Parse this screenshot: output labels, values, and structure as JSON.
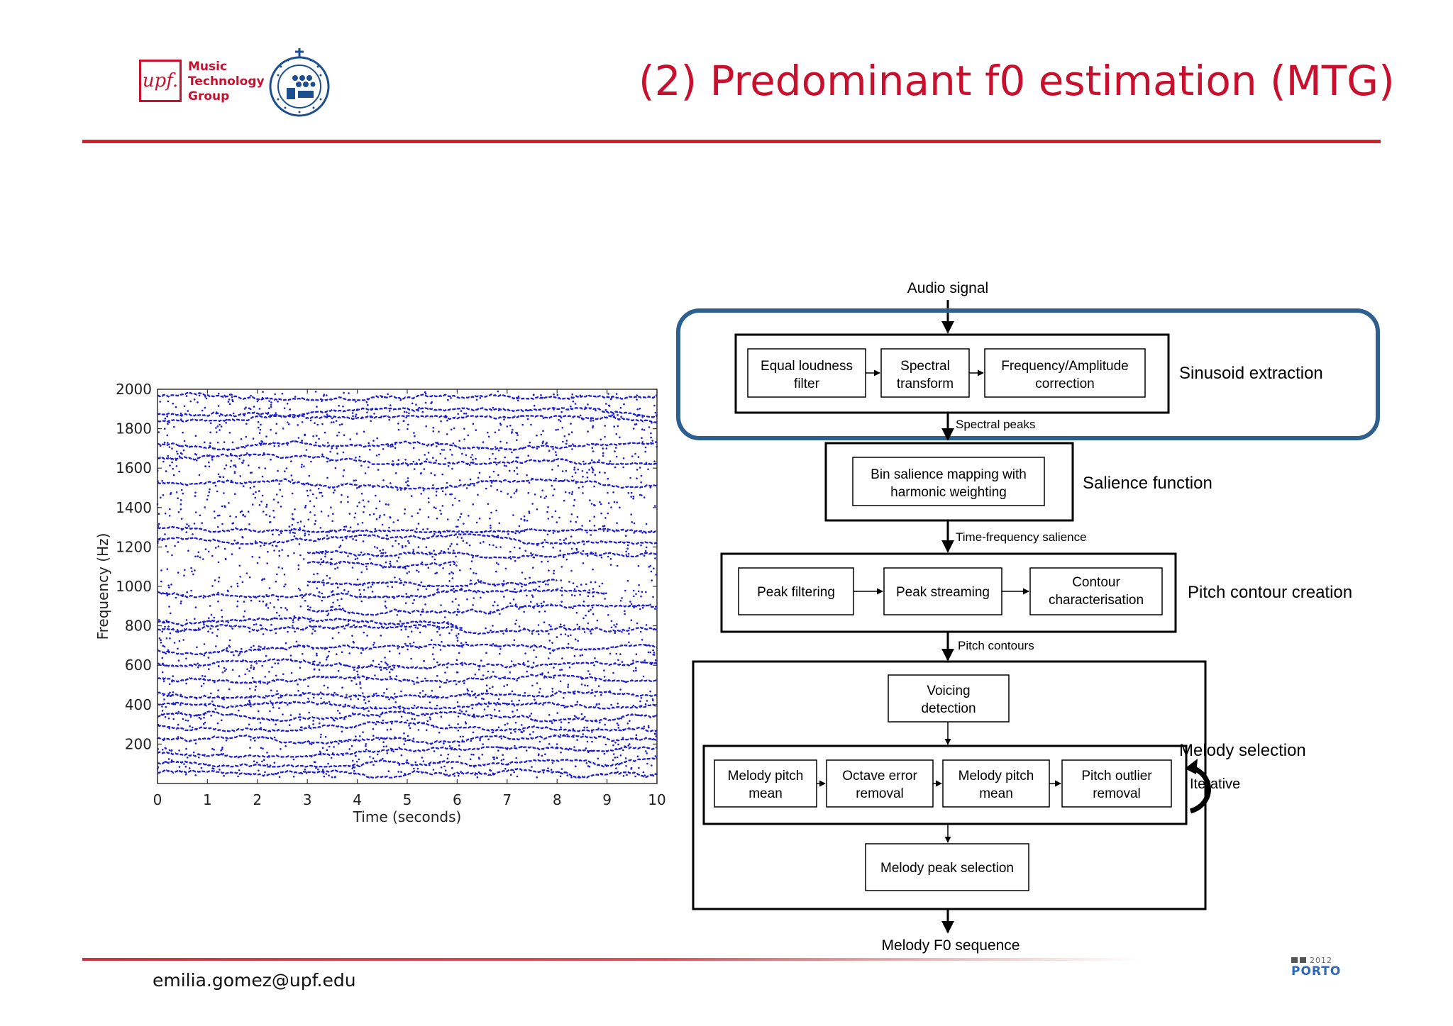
{
  "header": {
    "title": "(2) Predominant f0 estimation (MTG)",
    "logo_box_text": "upf.",
    "logo_words": [
      "Music",
      "Technology",
      "Group"
    ]
  },
  "footer": {
    "email": "emilia.gomez@upf.edu",
    "porto_year": "2012",
    "porto_text": "PORTO"
  },
  "colors": {
    "accent_red": "#c8102e",
    "stage_highlight": "#2d5f8f",
    "plot_dots": "#1a1ad6",
    "porto_blue": "#2f67b5"
  },
  "chart_data": {
    "type": "scatter",
    "xlabel": "Time (seconds)",
    "ylabel": "Frequency (Hz)",
    "xlim": [
      0,
      10
    ],
    "ylim": [
      0,
      2000
    ],
    "x_ticks": [
      "0",
      "1",
      "2",
      "3",
      "4",
      "5",
      "6",
      "7",
      "8",
      "9",
      "10"
    ],
    "y_ticks": [
      "200",
      "400",
      "600",
      "800",
      "1000",
      "1200",
      "1400",
      "1600",
      "1800",
      "2000"
    ],
    "grid": false,
    "tracks": [
      {
        "y": 55,
        "x": [
          0,
          10
        ]
      },
      {
        "y": 110,
        "x": [
          0,
          10
        ]
      },
      {
        "y": 160,
        "x": [
          0,
          10
        ]
      },
      {
        "y": 225,
        "x": [
          0,
          10
        ]
      },
      {
        "y": 290,
        "x": [
          0,
          10
        ]
      },
      {
        "y": 340,
        "x": [
          0,
          10
        ]
      },
      {
        "y": 405,
        "x": [
          0,
          10
        ]
      },
      {
        "y": 460,
        "x": [
          0,
          10
        ]
      },
      {
        "y": 535,
        "x": [
          0,
          10
        ]
      },
      {
        "y": 610,
        "x": [
          0,
          10
        ]
      },
      {
        "y": 680,
        "x": [
          0,
          10
        ]
      },
      {
        "y": 780,
        "x": [
          0,
          10
        ]
      },
      {
        "y": 820,
        "x": [
          0,
          6
        ]
      },
      {
        "y": 880,
        "x": [
          3,
          10
        ]
      },
      {
        "y": 970,
        "x": [
          0,
          9
        ]
      },
      {
        "y": 1025,
        "x": [
          3,
          8
        ]
      },
      {
        "y": 1120,
        "x": [
          3,
          6
        ]
      },
      {
        "y": 1170,
        "x": [
          3,
          10
        ]
      },
      {
        "y": 1240,
        "x": [
          0,
          10
        ]
      },
      {
        "y": 1300,
        "x": [
          0,
          10
        ]
      },
      {
        "y": 1520,
        "x": [
          0,
          10
        ]
      },
      {
        "y": 1645,
        "x": [
          0,
          10
        ]
      },
      {
        "y": 1720,
        "x": [
          0,
          10
        ]
      },
      {
        "y": 1840,
        "x": [
          0,
          10
        ]
      },
      {
        "y": 1880,
        "x": [
          0,
          10
        ]
      },
      {
        "y": 1970,
        "x": [
          0,
          10
        ]
      }
    ]
  },
  "diagram": {
    "input_label": "Audio signal",
    "output_label": "Melody F0 sequence",
    "stages": [
      {
        "name": "Sinusoid extraction",
        "boxes": [
          {
            "lines": [
              "Equal loudness",
              "filter"
            ]
          },
          {
            "lines": [
              "Spectral",
              "transform"
            ]
          },
          {
            "lines": [
              "Frequency/Amplitude",
              "correction"
            ]
          }
        ]
      },
      {
        "name": "Salience function",
        "boxes": [
          {
            "lines": [
              "Bin salience mapping with",
              "harmonic weighting"
            ]
          }
        ]
      },
      {
        "name": "Pitch contour creation",
        "boxes": [
          {
            "lines": [
              "Peak filtering"
            ]
          },
          {
            "lines": [
              "Peak streaming"
            ]
          },
          {
            "lines": [
              "Contour",
              "characterisation"
            ]
          }
        ]
      },
      {
        "name": "Melody selection",
        "boxes": [
          {
            "lines": [
              "Voicing",
              "detection"
            ]
          },
          {
            "lines": [
              "Melody pitch",
              "mean"
            ]
          },
          {
            "lines": [
              "Octave error",
              "removal"
            ]
          },
          {
            "lines": [
              "Melody pitch",
              "mean"
            ]
          },
          {
            "lines": [
              "Pitch outlier",
              "removal"
            ]
          },
          {
            "lines": [
              "Melody peak selection"
            ]
          }
        ]
      }
    ],
    "connector_labels": [
      "Spectral peaks",
      "Time-frequency salience",
      "Pitch contours"
    ],
    "iterative_label": "Iterative"
  }
}
